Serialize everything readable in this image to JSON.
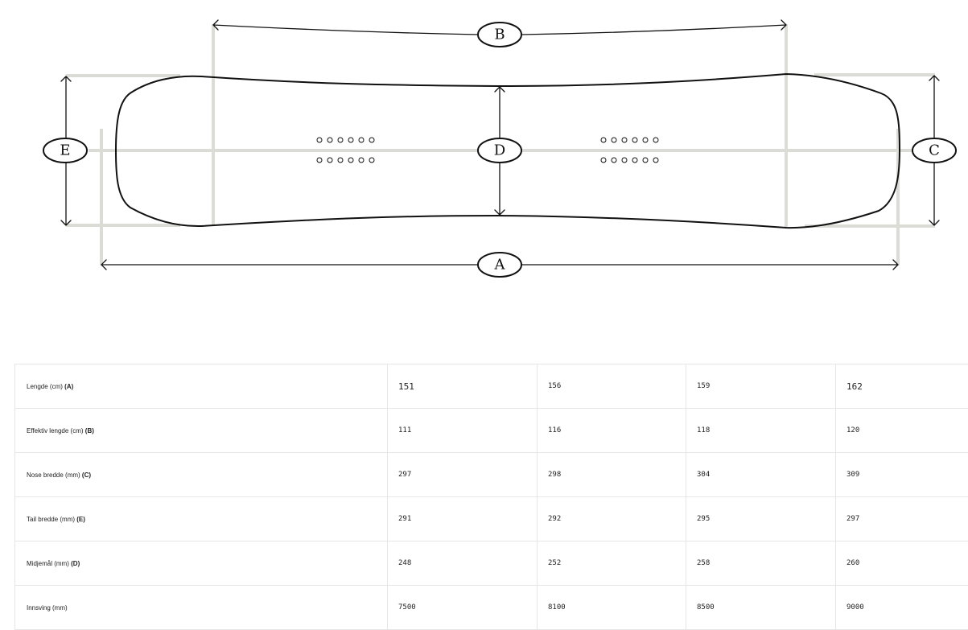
{
  "diagram": {
    "labels": {
      "a": "A",
      "b": "B",
      "c": "C",
      "d": "D",
      "e": "E"
    },
    "colors": {
      "guide": "#dcdcd6",
      "outline": "#111111"
    }
  },
  "table": {
    "rows": [
      {
        "label": "Lengde  (cm)",
        "letter": "(A)",
        "values": [
          "151",
          "156",
          "159",
          "162"
        ]
      },
      {
        "label": "Effektiv lengde (cm)",
        "letter": "(B)",
        "values": [
          "111",
          "116",
          "118",
          "120"
        ]
      },
      {
        "label": "Nose bredde (mm)",
        "letter": "(C)",
        "values": [
          "297",
          "298",
          "304",
          "309"
        ]
      },
      {
        "label": "Tail bredde (mm)",
        "letter": "(E)",
        "values": [
          "291",
          "292",
          "295",
          "297"
        ]
      },
      {
        "label": "Midjemål (mm)",
        "letter": "(D)",
        "values": [
          "248",
          "252",
          "258",
          "260"
        ]
      },
      {
        "label": "Innsving (mm)",
        "letter": "",
        "values": [
          "7500",
          "8100",
          "8500",
          "9000"
        ]
      }
    ]
  }
}
